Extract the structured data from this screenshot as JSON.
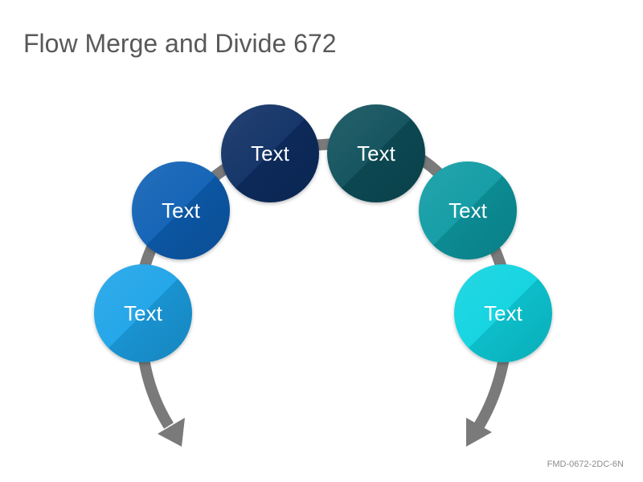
{
  "title": "Flow Merge and Divide 672",
  "code": "FMD-0672-2DC-6N",
  "nodes": [
    {
      "label": "Text",
      "color": "#1aa3e8"
    },
    {
      "label": "Text",
      "color": "#0a5fb4"
    },
    {
      "label": "Text",
      "color": "#0d2f63"
    },
    {
      "label": "Text",
      "color": "#0a4f5a"
    },
    {
      "label": "Text",
      "color": "#0a9aa3"
    },
    {
      "label": "Text",
      "color": "#10d3e0"
    }
  ],
  "arrow_color": "#7a7a7a"
}
